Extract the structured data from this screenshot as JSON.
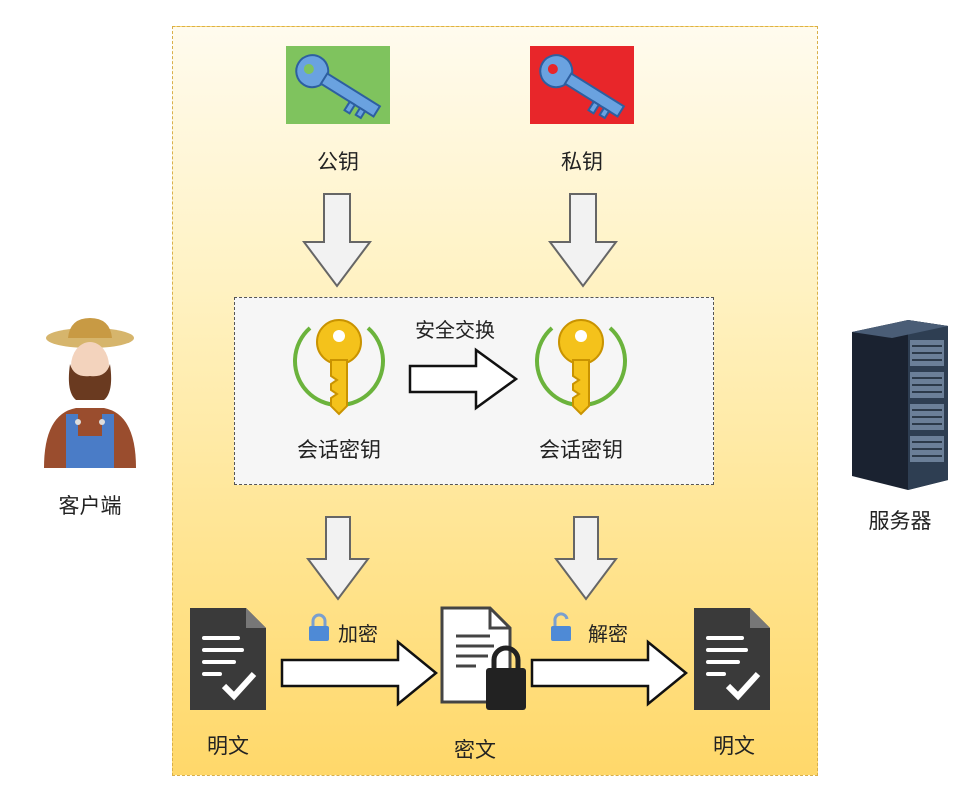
{
  "actors": {
    "client_label": "客户端",
    "server_label": "服务器"
  },
  "keys": {
    "public_label": "公钥",
    "private_label": "私钥",
    "public_color": "#7fc35e",
    "private_color": "#e8262a"
  },
  "session": {
    "exchange_label": "安全交换",
    "left_key_label": "会话密钥",
    "right_key_label": "会话密钥"
  },
  "process": {
    "plaintext_left_label": "明文",
    "ciphertext_label": "密文",
    "plaintext_right_label": "明文",
    "encrypt_label": "加密",
    "decrypt_label": "解密"
  },
  "colors": {
    "panel_top": "#fffbee",
    "panel_bottom": "#ffd86a",
    "doc_dark": "#3a3a3a",
    "gold": "#f4c21b",
    "ring_green": "#6bb33c"
  }
}
